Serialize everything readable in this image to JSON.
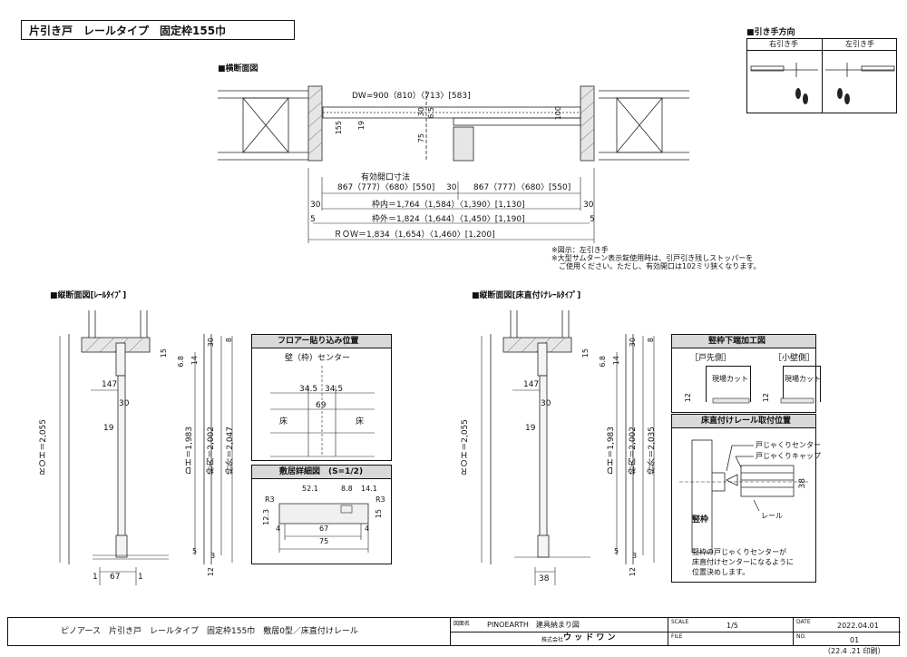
{
  "title": "片引き戸　レールタイプ　固定枠155巾",
  "sections": {
    "plan": "■横断面図",
    "pull_dir": "■引き手方向",
    "vert_left": "■縦断面図[ﾚｰﾙﾀｲﾌﾟ]",
    "vert_right": "■縦断面図[床直付けﾚｰﾙﾀｲﾌﾟ]"
  },
  "pull_direction": {
    "right": "右引き手",
    "left": "左引き手"
  },
  "plan_dims": {
    "dw": "DW=900（810）〈713〉[583]",
    "d155": "155",
    "d19": "19",
    "d30": "30",
    "d65": "6.5",
    "d75": "75",
    "d100": "100",
    "eff_label": "有効開口寸法",
    "eff_left": "867（777）〈680〉[550]",
    "eff_right": "867（777）〈680〉[550]",
    "mid30": "30",
    "w_inner": "枠内＝1,764（1,584）〈1,390〉[1,130]",
    "w_outer": "枠外＝1,824（1,644）〈1,450〉[1,190]",
    "row": "ＲＯＷ＝1,834（1,654）〈1,460〉[1,200]",
    "s30": "30",
    "s5": "5"
  },
  "notes": [
    "※図示：左引き手",
    "※大型サムターン表示錠使用時は、引戸引き残しストッパーを",
    "　ご使用ください。ただし、有効開口は102ミリ狭くなります。"
  ],
  "vl": {
    "roh": "ＲＯＨ＝2,055",
    "dh": "ＤＨ＝1,983",
    "inner": "枠内＝2,002",
    "outer": "枠外＝2,047",
    "d147": "147",
    "d30": "30",
    "d19": "19",
    "d15": "15",
    "d68": "6.8",
    "d14": "14",
    "t30": "30",
    "t8": "8",
    "d5": "5",
    "d3": "3",
    "d12": "12",
    "b1": "1",
    "b67": "67",
    "b1r": "1"
  },
  "vr": {
    "roh": "ＲＯＨ＝2,055",
    "dh": "ＤＨ＝1,983",
    "inner": "枠内＝2,002",
    "outer": "枠外＝2,035",
    "d147": "147",
    "d30": "30",
    "d19": "19",
    "d15": "15",
    "d68": "6.8",
    "d14": "14",
    "t30": "30",
    "t8": "8",
    "d5": "5",
    "d3": "3",
    "d12": "12",
    "b38": "38"
  },
  "floor_pos": {
    "title": "フロアー貼り込み位置",
    "center": "壁（枠）センター",
    "a": "34.5",
    "b": "34.5",
    "c": "69",
    "floor_l": "床",
    "floor_r": "床"
  },
  "sill": {
    "title": "敷居詳細図　(S=1/2)",
    "w521": "52.1",
    "w88": "8.8",
    "w141": "14.1",
    "r3l": "R3",
    "r3r": "R3",
    "h123": "12.3",
    "h15": "15",
    "w4l": "4",
    "w67": "67",
    "w4r": "4",
    "w75": "75"
  },
  "frame_bottom": {
    "title": "竪枠下端加工図",
    "door_side": "［戸先側］",
    "wall_side": "［小壁側］",
    "cut": "現場カット",
    "cut2": "現場カット",
    "d12a": "12",
    "d12b": "12"
  },
  "rail_pos": {
    "title": "床直付けレール取付位置",
    "center": "戸じゃくりセンター",
    "cap": "戸じゃくりキャップ",
    "rail": "レール",
    "frame": "竪枠",
    "d38": "38",
    "note1": "竪枠の戸じゃくりセンターが",
    "note2": "床直付けセンターになるように",
    "note3": "位置決めします。"
  },
  "titleblock": {
    "desc": "ピノアース　片引き戸　レールタイプ　固定枠155巾　敷居0型／床直付けレール",
    "name_lbl": "図面名",
    "name": "PINOEARTH　建具納まり図",
    "company_lbl": "株式会社",
    "company": "ウ ッ ド ワ ン",
    "scale_lbl": "SCALE",
    "scale": "1/5",
    "file_lbl": "FILE",
    "date_lbl": "DATE",
    "date": "2022.04.01",
    "no_lbl": "NO.",
    "no": "01",
    "print": "（22.4 .21 印刷）"
  }
}
